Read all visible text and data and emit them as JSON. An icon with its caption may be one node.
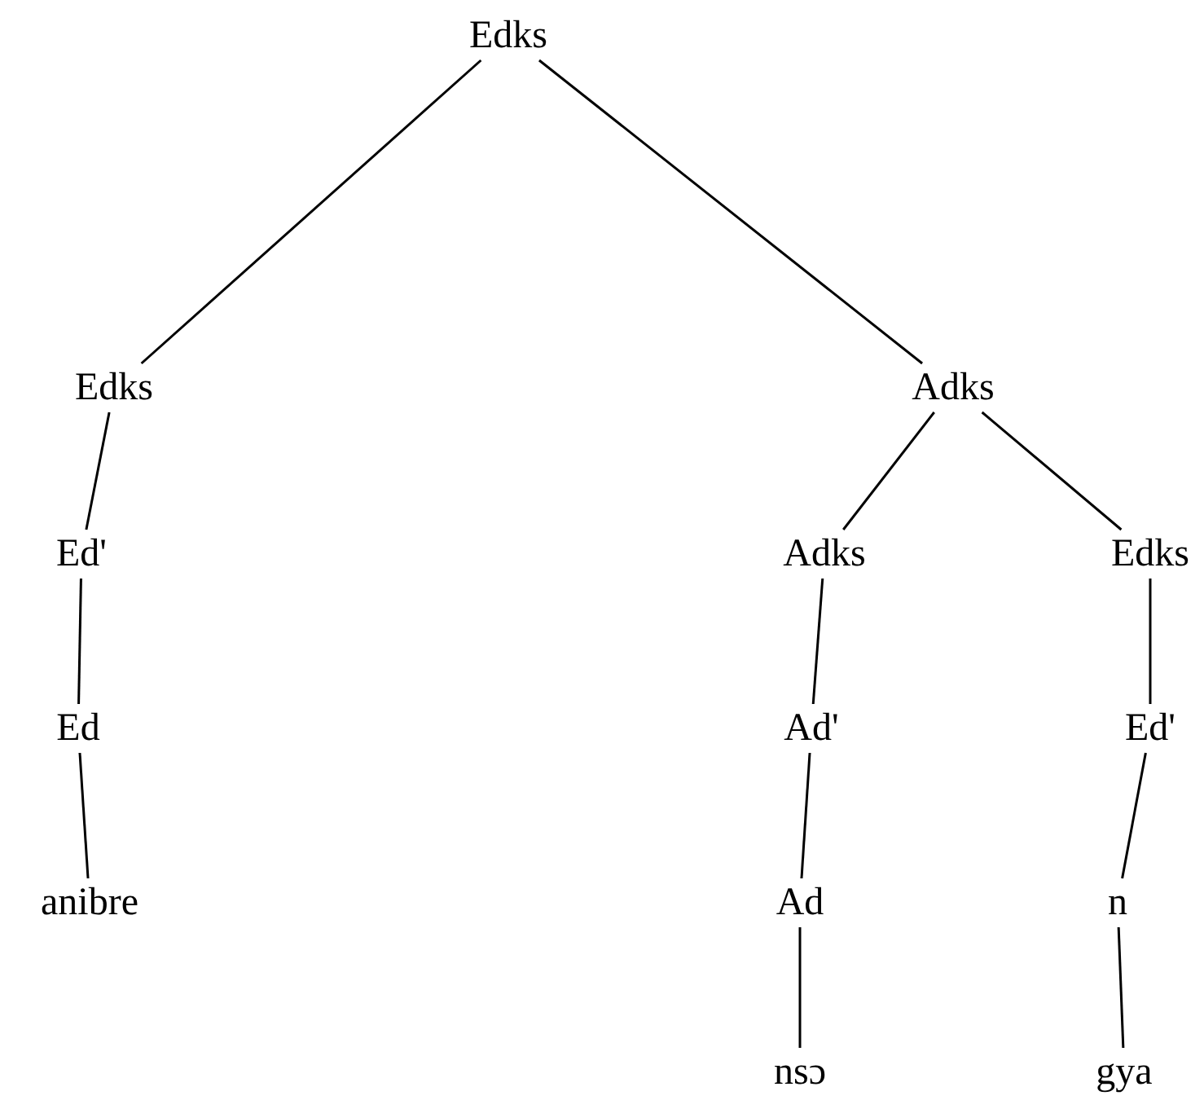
{
  "diagram": {
    "nodes": [
      {
        "text": [
          "Edks"
        ]
      },
      {
        "text": [
          "Edks"
        ]
      },
      {
        "text": [
          "Adks"
        ]
      },
      {
        "text": [
          "Ed'"
        ]
      },
      {
        "text": [
          "Ed"
        ]
      },
      {
        "text": [
          "anibre"
        ]
      },
      {
        "text": [
          "Adks"
        ]
      },
      {
        "text": [
          "Edks"
        ]
      },
      {
        "text": [
          "Ad'"
        ]
      },
      {
        "text": [
          "Ad"
        ]
      },
      {
        "text": [
          "nsɔ"
        ]
      },
      {
        "text": [
          "Ed'"
        ]
      },
      {
        "text": [
          "n"
        ]
      },
      {
        "text": [
          "gya"
        ]
      }
    ],
    "edges": [
      {
        "from": 0,
        "to": 1,
        "arrow": "none"
      },
      {
        "from": 0,
        "to": 2,
        "arrow": "none"
      },
      {
        "from": 1,
        "to": 3,
        "arrow": "none"
      },
      {
        "from": 3,
        "to": 4,
        "arrow": "none"
      },
      {
        "from": 4,
        "to": 5,
        "arrow": "none"
      },
      {
        "from": 2,
        "to": 6,
        "arrow": "none"
      },
      {
        "from": 2,
        "to": 7,
        "arrow": "none"
      },
      {
        "from": 6,
        "to": 8,
        "arrow": "none"
      },
      {
        "from": 8,
        "to": 9,
        "arrow": "none"
      },
      {
        "from": 9,
        "to": 10,
        "arrow": "none"
      },
      {
        "from": 7,
        "to": 11,
        "arrow": "none"
      },
      {
        "from": 11,
        "to": 12,
        "arrow": "none"
      },
      {
        "from": 12,
        "to": 13,
        "arrow": "none"
      }
    ]
  }
}
